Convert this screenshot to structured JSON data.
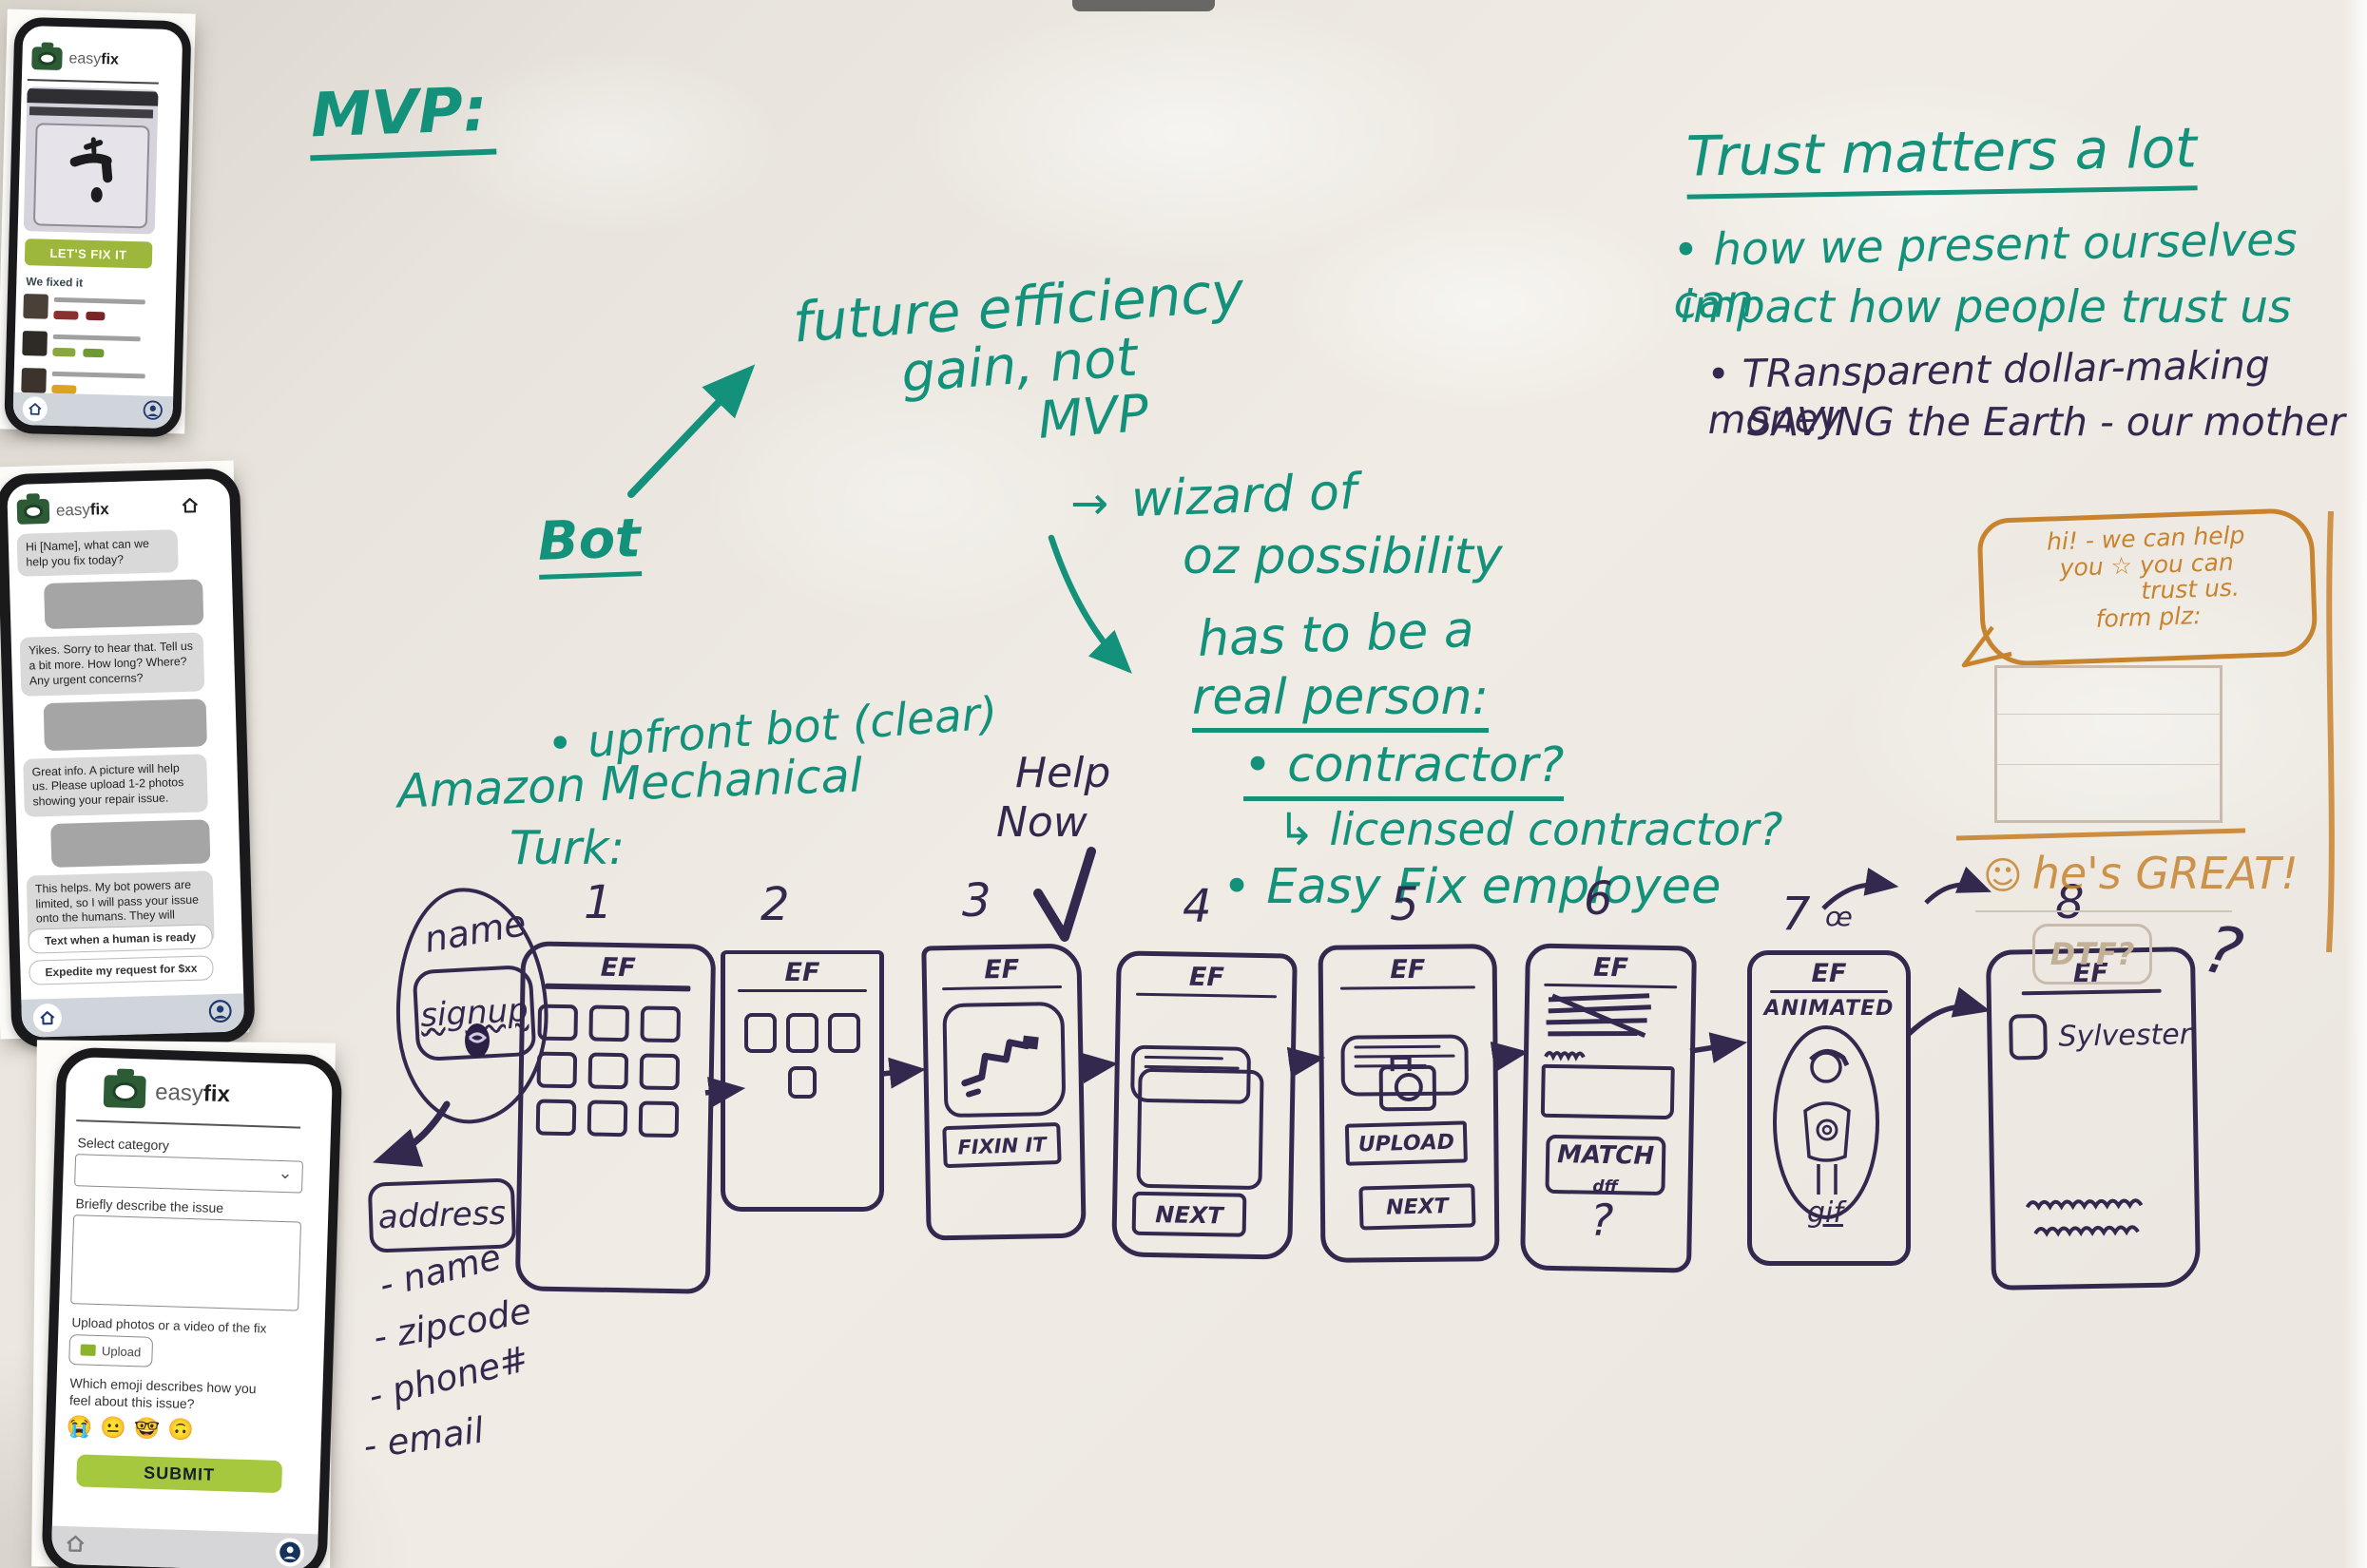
{
  "board": {
    "marker_teal": "#14917b",
    "marker_purple": "#33284e",
    "marker_orange": "#c8832f",
    "button_green": "#9db63c"
  },
  "printouts": {
    "phone_top": {
      "brand_easy": "easy",
      "brand_fix": "fix",
      "cta": "LET'S FIX IT",
      "section_title": "We fixed it",
      "chip_colors": [
        "#8c2f2f",
        "#7ba33a",
        "#d9a520"
      ]
    },
    "phone_chat": {
      "brand_easy": "easy",
      "brand_fix": "fix",
      "messages": [
        {
          "from": "bot",
          "text": "Hi [Name], what can we help you fix today?"
        },
        {
          "from": "user",
          "text": ""
        },
        {
          "from": "bot",
          "text": "Yikes. Sorry to hear that. Tell us a bit more. How long? Where? Any urgent concerns?"
        },
        {
          "from": "user",
          "text": ""
        },
        {
          "from": "bot",
          "text": "Great info. A picture will help us. Please upload 1-2 photos showing your repair issue."
        },
        {
          "from": "user",
          "text": ""
        },
        {
          "from": "bot",
          "text": "This helps. My bot powers are limited, so I will pass your issue onto the humans. They will review it shortly."
        }
      ],
      "actions": [
        "Text when a human is ready",
        "Expedite my request for $xx"
      ]
    },
    "phone_form": {
      "brand_easy": "easy",
      "brand_fix": "fix",
      "select_label": "Select category",
      "describe_label": "Briefly describe the issue",
      "upload_label": "Upload photos or a video of the fix",
      "upload_button": "Upload",
      "emoji_question_l1": "Which emoji describes how you",
      "emoji_question_l2": "feel about this issue?",
      "emojis": [
        "😭",
        "😐",
        "🤓",
        "🙃"
      ],
      "submit": "SUBMIT"
    }
  },
  "notes": {
    "mvp": "MVP:",
    "future_l1": "future efficiency",
    "future_l2": "gain, not",
    "future_l3": "MVP",
    "bot_heading": "Bot",
    "bot_bullet": "• upfront bot (clear)",
    "wizard_arrow": "→",
    "wizard_l1": "wizard of",
    "wizard_l2": "oz possibility",
    "person_l1": "has to be a",
    "person_l2": "real person:",
    "contractor": "• contractor?",
    "licensed": "↳ licensed contractor?",
    "employee": "• Easy Fix employee",
    "amt_l1": "Amazon Mechanical",
    "amt_l2": "Turk:",
    "help_l1": "Help",
    "help_l2": "Now",
    "trust_heading": "Trust matters a lot",
    "trust_b1_l1": "• how we present ourselves can",
    "trust_b1_l2": "impact how people trust us",
    "trust_b2_l1": "• TRansparent dollar-making money",
    "trust_b2_l2": "SAVING the Earth - our mother"
  },
  "flow": {
    "signup_name": "name",
    "signup_label": "signup",
    "address_label": "address",
    "address_items": [
      "- name",
      "- zipcode",
      "- phone#",
      "- email"
    ],
    "screens": [
      {
        "num": "1",
        "header": "EF"
      },
      {
        "num": "2",
        "header": "EF"
      },
      {
        "num": "3",
        "header": "EF",
        "button": "FIXIN IT"
      },
      {
        "num": "4",
        "header": "EF",
        "button": "NEXT"
      },
      {
        "num": "5",
        "header": "EF",
        "upload": "UPLOAD",
        "next": "NEXT"
      },
      {
        "num": "6",
        "header": "EF",
        "match": "MATCH",
        "match_sub": "dff",
        "question": "?"
      },
      {
        "num": "7",
        "header": "EF",
        "note": "œ",
        "caption": "ANIMATED",
        "gif": "gif"
      },
      {
        "num": "8",
        "header": "EF",
        "label": "Sylvester"
      }
    ],
    "end_question": "?"
  },
  "sketch_orange": {
    "bubble_l1": "hi! - we can help",
    "bubble_l2": "you ☆ you can",
    "bubble_l3": "trust us.",
    "bubble_l4": "form plz:",
    "smiley": "☺",
    "praise": "he's GREAT!",
    "dtf": "DTF?"
  }
}
